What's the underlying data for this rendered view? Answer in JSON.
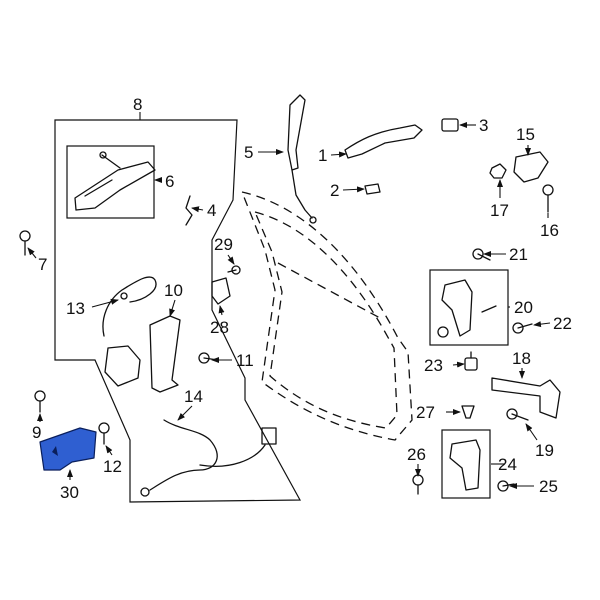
{
  "diagram": {
    "highlight_color": "#2f5fd1",
    "labels": {
      "p1": "1",
      "p2": "2",
      "p3": "3",
      "p4": "4",
      "p5": "5",
      "p6": "6",
      "p7": "7",
      "p8": "8",
      "p9": "9",
      "p10": "10",
      "p11": "11",
      "p12": "12",
      "p13": "13",
      "p14": "14",
      "p15": "15",
      "p16": "16",
      "p17": "17",
      "p18": "18",
      "p19": "19",
      "p20": "20",
      "p21": "21",
      "p22": "22",
      "p23": "23",
      "p24": "24",
      "p25": "25",
      "p26": "26",
      "p27": "27",
      "p28": "28",
      "p29": "29",
      "p30": "30"
    }
  }
}
